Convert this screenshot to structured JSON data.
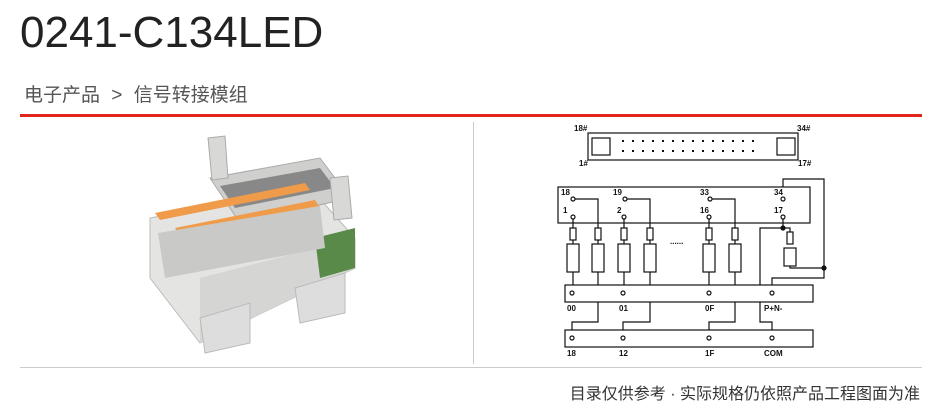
{
  "title": "0241-C134LED",
  "breadcrumb": {
    "category": "电子产品",
    "separator": ">",
    "current": "信号转接模组"
  },
  "diagram": {
    "connector": {
      "top_left": "18#",
      "top_right": "34#",
      "bottom_left": "1#",
      "bottom_right": "17#"
    },
    "pins_top": [
      "18",
      "19",
      "33",
      "34"
    ],
    "pins_bottom": [
      "1",
      "2",
      "16",
      "17"
    ],
    "ellipsis": "......",
    "bar1_labels": [
      "00",
      "01",
      "0F",
      "P+N-"
    ],
    "bar2_labels": [
      "18",
      "12",
      "1F",
      "COM"
    ]
  },
  "footer_note": "目录仅供参考 · 实际规格仍依照产品工程图面为准",
  "colors": {
    "accent": "#e3241b"
  }
}
